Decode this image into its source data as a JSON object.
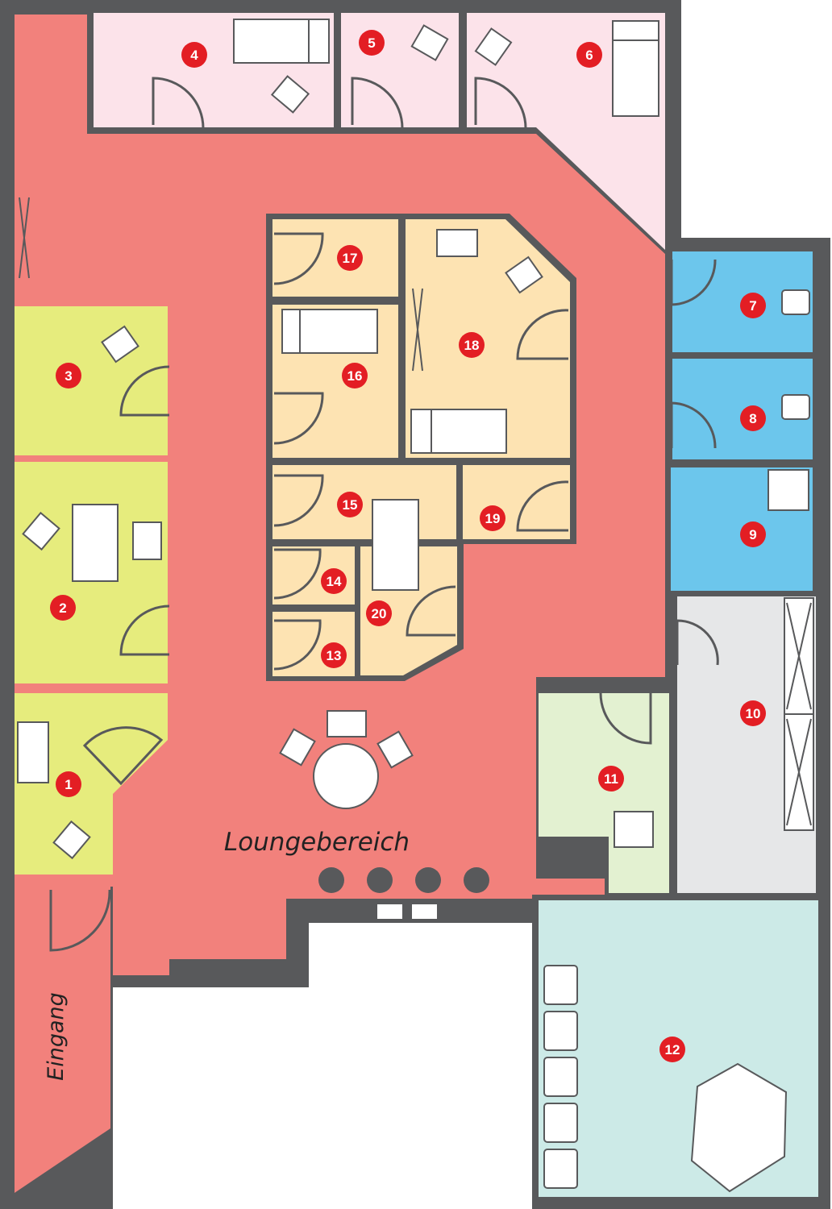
{
  "plan": {
    "lounge_label": "Loungebereich",
    "entrance_label": "Eingang"
  },
  "rooms": [
    {
      "id": "1",
      "label": "1"
    },
    {
      "id": "2",
      "label": "2"
    },
    {
      "id": "3",
      "label": "3"
    },
    {
      "id": "4",
      "label": "4"
    },
    {
      "id": "5",
      "label": "5"
    },
    {
      "id": "6",
      "label": "6"
    },
    {
      "id": "7",
      "label": "7"
    },
    {
      "id": "8",
      "label": "8"
    },
    {
      "id": "9",
      "label": "9"
    },
    {
      "id": "10",
      "label": "10"
    },
    {
      "id": "11",
      "label": "11"
    },
    {
      "id": "12",
      "label": "12"
    },
    {
      "id": "13",
      "label": "13"
    },
    {
      "id": "14",
      "label": "14"
    },
    {
      "id": "15",
      "label": "15"
    },
    {
      "id": "16",
      "label": "16"
    },
    {
      "id": "17",
      "label": "17"
    },
    {
      "id": "18",
      "label": "18"
    },
    {
      "id": "19",
      "label": "19"
    },
    {
      "id": "20",
      "label": "20"
    }
  ],
  "colors": {
    "wall": "#58595b",
    "corridor": "#f2817c",
    "pink_rooms": "#fce3ea",
    "green_rooms": "#e6ec7d",
    "light_green_room": "#e3f1d1",
    "orange_rooms": "#fde3b2",
    "blue_rooms": "#6cc6ec",
    "grey_room": "#e6e7e8",
    "teal_room": "#cceae7",
    "badge": "#e31e24"
  }
}
